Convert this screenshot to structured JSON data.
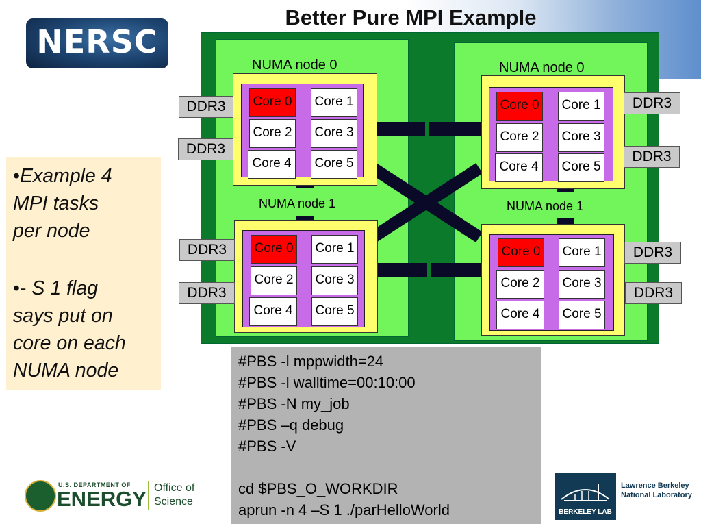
{
  "title": "Better Pure MPI Example",
  "header_logo": "NERSC",
  "numa_labels": {
    "tl": "NUMA node 0",
    "tr": "NUMA node 0",
    "bl": "NUMA node 1",
    "br": "NUMA node 1"
  },
  "cores": [
    "Core 0",
    "Core 1",
    "Core 2",
    "Core 3",
    "Core 4",
    "Core 5"
  ],
  "ddr": {
    "l1": "DDR3",
    "l2": "DDR3",
    "l3": "DDR3",
    "l4": "DDR3",
    "r1": "DDR3",
    "r2": "DDR3",
    "r3": "DDR3",
    "r4": "DDR3"
  },
  "notes": {
    "b1_bullet": "•",
    "b1_l1": "Example 4",
    "b1_l2": "MPI tasks",
    "b1_l3": "per node",
    "b2_bullet": "•-",
    "b2_l1": "S 1 flag",
    "b2_l2": "says put on",
    "b2_l3": "core on each",
    "b2_l4": "NUMA node"
  },
  "pbs_script": [
    "#PBS -l mppwidth=24",
    "#PBS -l walltime=00:10:00",
    "#PBS -N my_job",
    "#PBS –q debug",
    "#PBS -V",
    "",
    "cd $PBS_O_WORKDIR",
    "aprun -n 4 –S 1 ./parHelloWorld"
  ],
  "footer": {
    "doe_small": "U.S. DEPARTMENT OF",
    "doe_big": "ENERGY",
    "office_l1": "Office of",
    "office_l2": "Science",
    "berkeley_box": "BERKELEY LAB",
    "lbnl_l1": "Lawrence Berkeley",
    "lbnl_l2": "National Laboratory"
  },
  "colors": {
    "chassis": "#0b7a2a",
    "socket": "#72f55a",
    "numa_node": "#ffff6e",
    "core_strip": "#c86be8",
    "active_core": "#ff0000",
    "ddr": "#c9c9c9",
    "interconnect": "#0a0a28",
    "notes_bg": "#fff1cf",
    "script_bg": "#b3b3b3"
  }
}
